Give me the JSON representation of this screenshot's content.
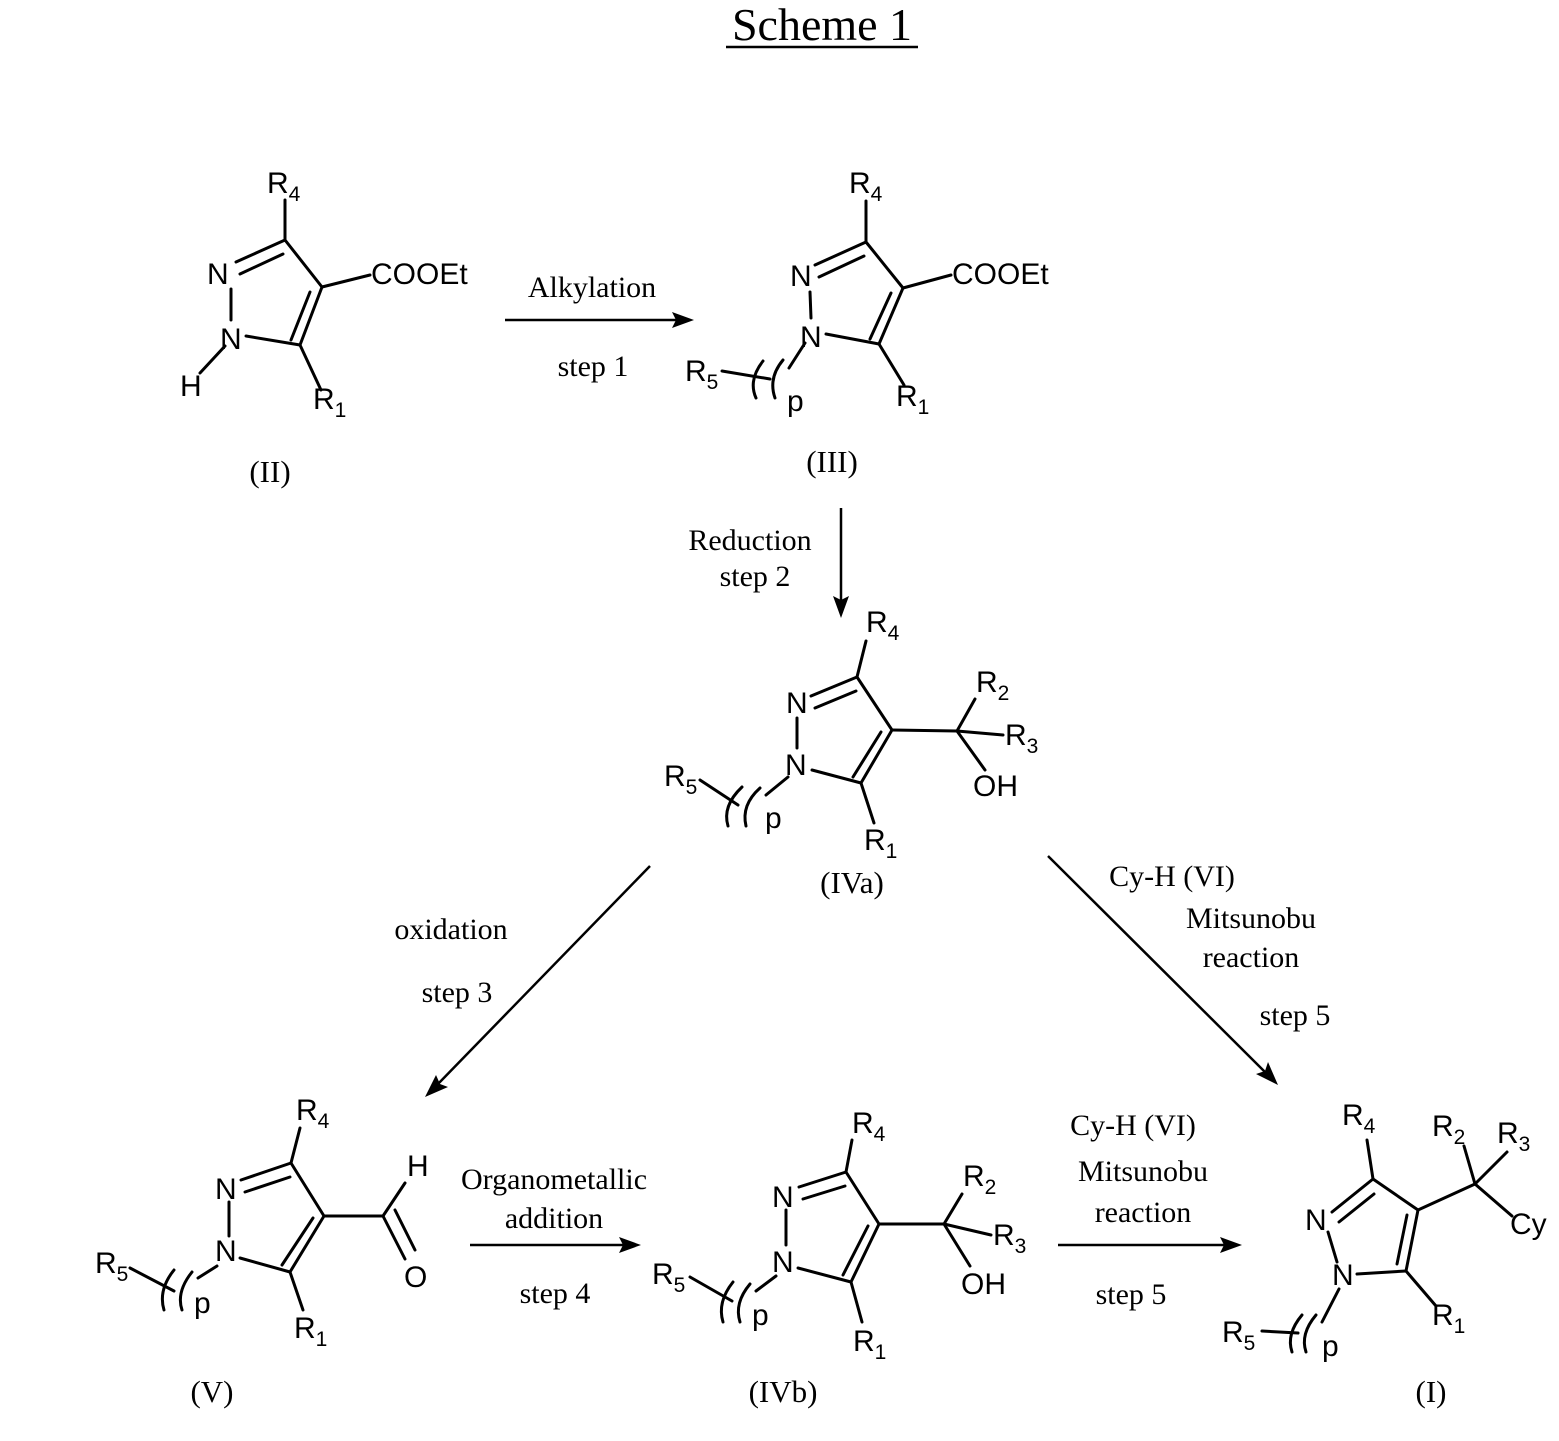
{
  "title": "Scheme 1",
  "compounds": {
    "II": "(II)",
    "III": "(III)",
    "IVa": "(IVa)",
    "V": "(V)",
    "IVb": "(IVb)",
    "I": "(I)"
  },
  "atoms": {
    "N": "N",
    "H": "H",
    "O": "O",
    "OH": "OH",
    "Cy": "Cy",
    "COOEt": "COOEt",
    "R": "R",
    "p": "p",
    "sub1": "1",
    "sub2": "2",
    "sub3": "3",
    "sub4": "4",
    "sub5": "5"
  },
  "conditions": {
    "step1_reagent": "Alkylation",
    "step1_label": "step 1",
    "step2_reagent": "Reduction",
    "step2_label": "step 2",
    "step3_reagent": "oxidation",
    "step3_label": "step 3",
    "step4_reagent_line1": "Organometallic",
    "step4_reagent_line2": "addition",
    "step4_label": "step 4",
    "step5_reagent": "Cy-H (VI)",
    "step5_line2": "Mitsunobu",
    "step5_line3": "reaction",
    "step5_label": "step 5"
  }
}
